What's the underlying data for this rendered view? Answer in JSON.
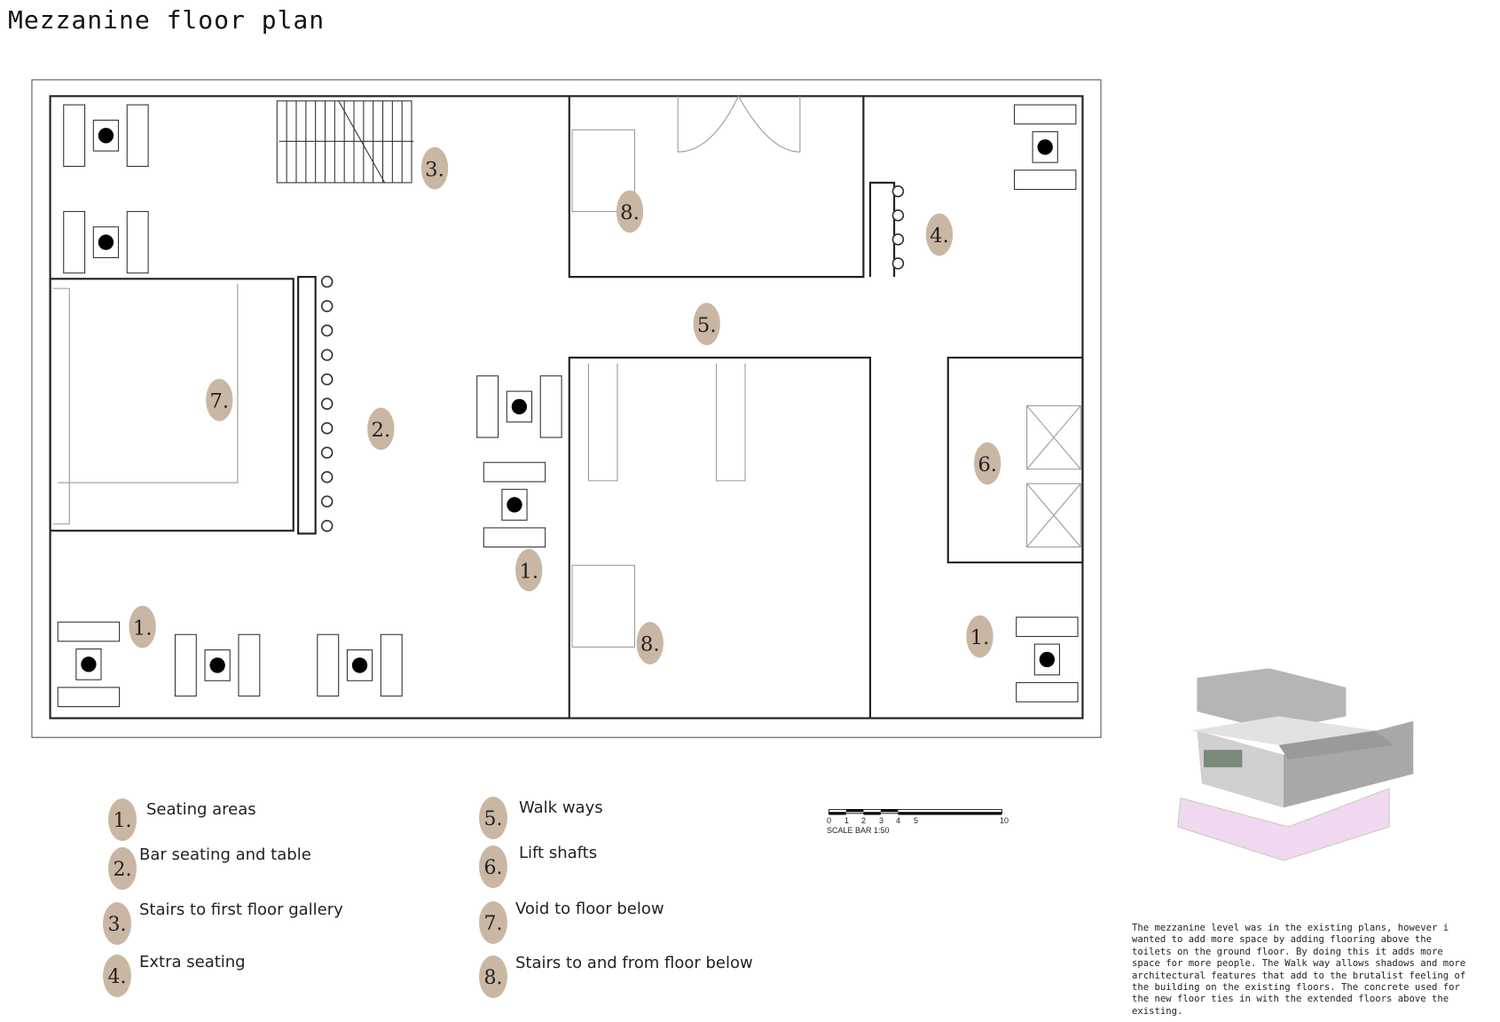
{
  "title": "Mezzanine floor plan",
  "plan_markers": [
    "3.",
    "8.",
    "4.",
    "5.",
    "7.",
    "2.",
    "6.",
    "1.",
    "1.",
    "8.",
    "1."
  ],
  "legend": [
    {
      "num": "1.",
      "label": "Seating areas"
    },
    {
      "num": "2.",
      "label": "Bar seating and table"
    },
    {
      "num": "3.",
      "label": "Stairs to first floor gallery"
    },
    {
      "num": "4.",
      "label": "Extra seating"
    },
    {
      "num": "5.",
      "label": "Walk ways"
    },
    {
      "num": "6.",
      "label": "Lift shafts"
    },
    {
      "num": "7.",
      "label": "Void to floor below"
    },
    {
      "num": "8.",
      "label": "Stairs to and from floor below"
    }
  ],
  "scale_bar": {
    "label": "SCALE BAR 1:50",
    "ticks": [
      "0",
      "1",
      "2",
      "3",
      "4",
      "5",
      "10"
    ]
  },
  "description": "The mezzanine level was in the existing plans, however i\nwanted to add more space by adding flooring above the\ntoilets on the ground floor. By doing this it adds more\nspace for more people. The Walk way allows shadows and more\narchitectural features that add to the brutalist feeling of\nthe building on the existing floors. The concrete used for\nthe new floor ties in with the extended floors above the\nexisting.",
  "colors": {
    "marker": "#c9b7a3",
    "wall": "#333333",
    "base": "#f0d8f0"
  }
}
